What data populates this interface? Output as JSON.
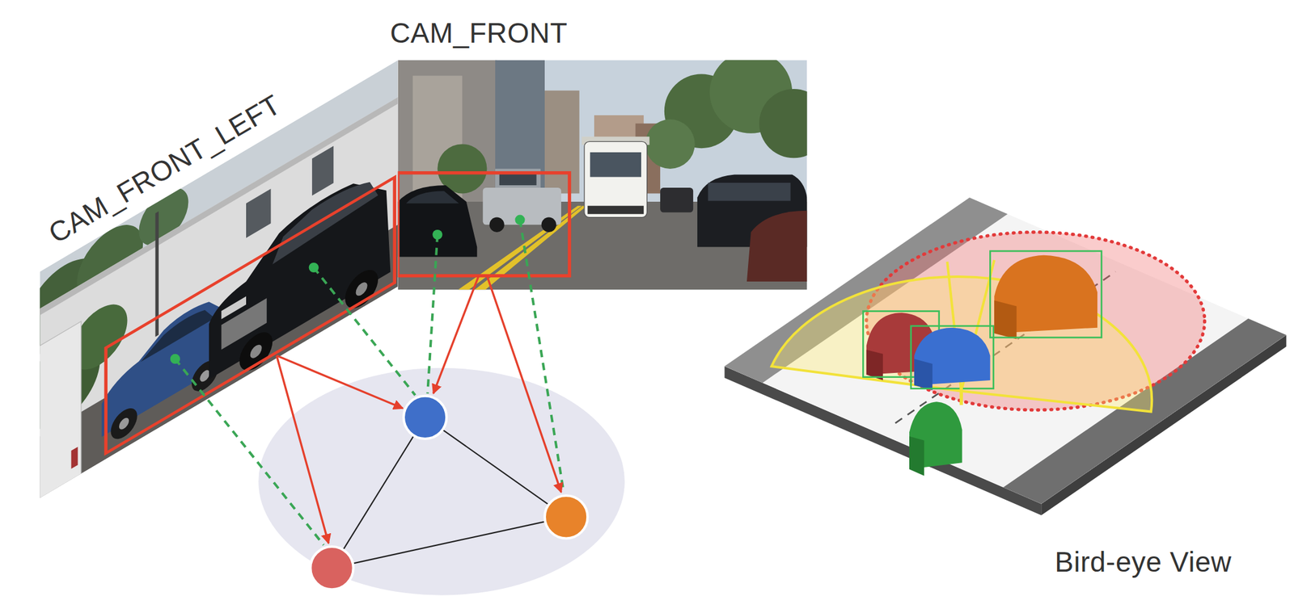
{
  "diagram": {
    "labels": [
      "CAM_FRONT_LEFT",
      "CAM_FRONT",
      "Bird-eye View"
    ]
  }
}
